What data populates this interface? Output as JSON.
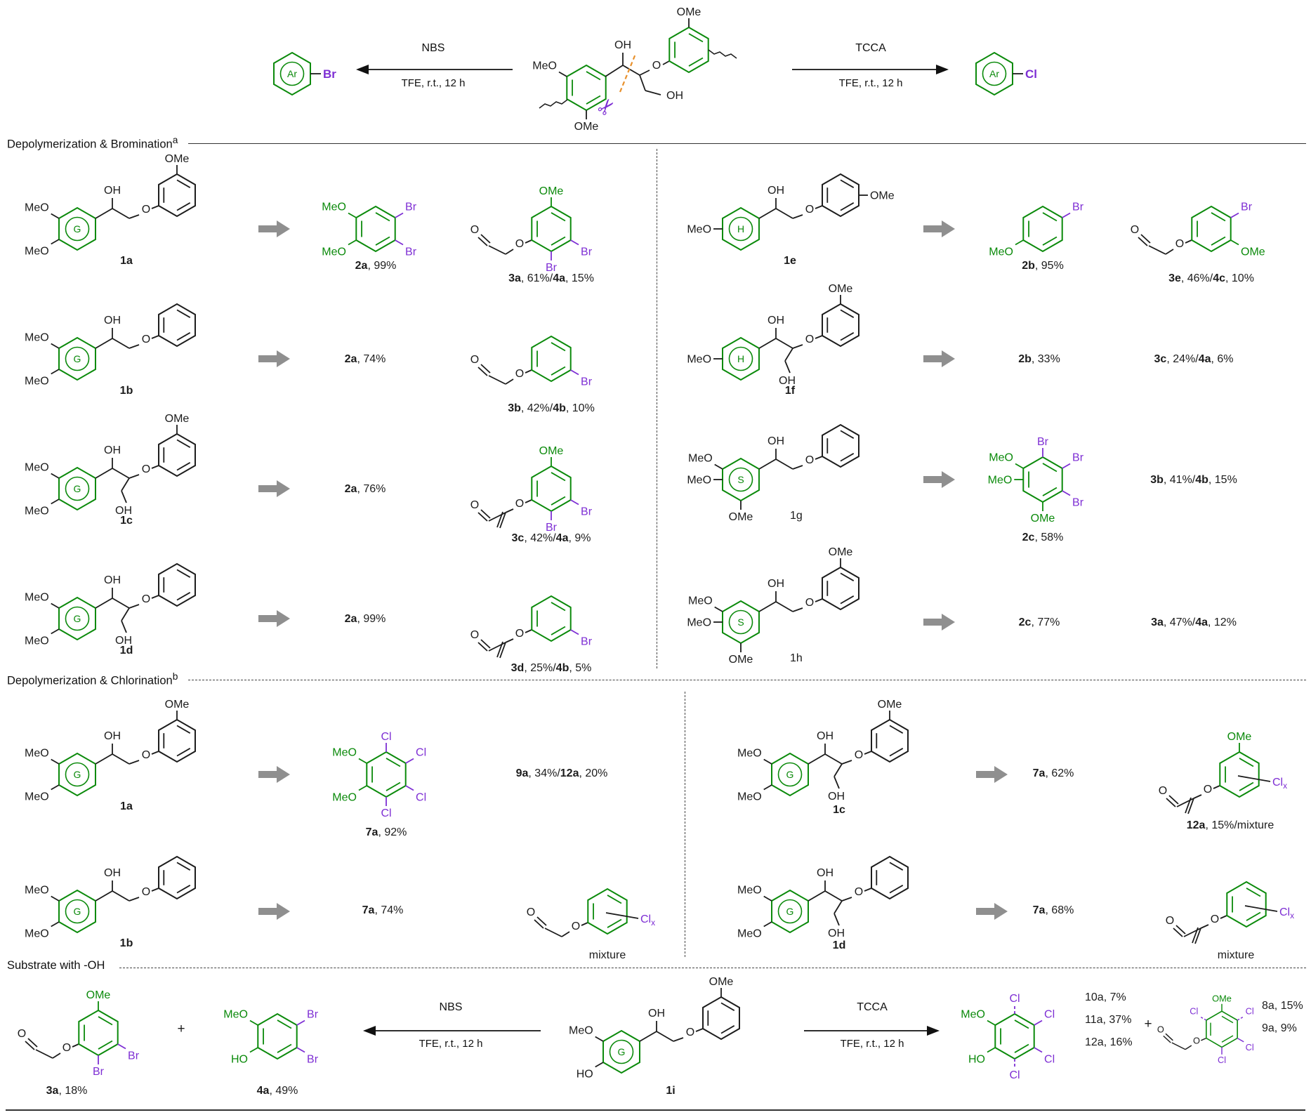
{
  "colors": {
    "green": "#0b8a0b",
    "purple": "#7e2fd4",
    "orange": "#e8912d",
    "black": "#1c1c1c",
    "gray": "#8f8f8f"
  },
  "atoms": {
    "oh": "OH",
    "o": "O"
  },
  "header": {
    "nbs": "NBS",
    "tcca": "TCCA",
    "cond": "TFE, r.t., 12 h"
  },
  "sections": {
    "s1": {
      "title": "Depolymerization & Bromination",
      "sup": "a"
    },
    "s2": {
      "title": "Depolymerization & Chlorination",
      "sup": "b"
    },
    "s3": {
      "title": "Substrate with -OH"
    }
  },
  "misc": {
    "plus": "+",
    "mixture": "mixture"
  },
  "labels": {
    "sub1a": [
      [
        "1a",
        1
      ]
    ],
    "sub1b": [
      [
        "1b",
        1
      ]
    ],
    "sub1c": [
      [
        "1c",
        1
      ]
    ],
    "sub1d": [
      [
        "1d",
        1
      ]
    ],
    "sub1e": [
      [
        "1e",
        1
      ]
    ],
    "sub1f": [
      [
        "1f",
        1
      ]
    ],
    "sub1g": [
      [
        "1g",
        1
      ]
    ],
    "sub1h": [
      [
        "1h",
        1
      ]
    ],
    "sub1i": [
      [
        "1i",
        1
      ]
    ],
    "y2a99": [
      [
        "2a",
        1
      ],
      [
        ", 99%",
        0
      ]
    ],
    "y2a74": [
      [
        "2a",
        1
      ],
      [
        ", 74%",
        0
      ]
    ],
    "y2a76": [
      [
        "2a",
        1
      ],
      [
        ", 76%",
        0
      ]
    ],
    "y3a61": [
      [
        "3a",
        1
      ],
      [
        ", 61%/",
        0
      ],
      [
        "4a",
        1
      ],
      [
        ", 15%",
        0
      ]
    ],
    "y3b42": [
      [
        "3b",
        1
      ],
      [
        ", 42%/",
        0
      ],
      [
        "4b",
        1
      ],
      [
        ", 10%",
        0
      ]
    ],
    "y3c42": [
      [
        "3c",
        1
      ],
      [
        ", 42%/",
        0
      ],
      [
        "4a",
        1
      ],
      [
        ", 9%",
        0
      ]
    ],
    "y3d25": [
      [
        "3d",
        1
      ],
      [
        ", 25%/",
        0
      ],
      [
        "4b",
        1
      ],
      [
        ", 5%",
        0
      ]
    ],
    "y2b95": [
      [
        "2b",
        1
      ],
      [
        ", 95%",
        0
      ]
    ],
    "y3e46": [
      [
        "3e",
        1
      ],
      [
        ", 46%/",
        0
      ],
      [
        "4c",
        1
      ],
      [
        ", 10%",
        0
      ]
    ],
    "y2b33": [
      [
        "2b",
        1
      ],
      [
        ", 33%",
        0
      ]
    ],
    "y3c24": [
      [
        "3c",
        1
      ],
      [
        ", 24%/",
        0
      ],
      [
        "4a",
        1
      ],
      [
        ", 6%",
        0
      ]
    ],
    "y2c58": [
      [
        "2c",
        1
      ],
      [
        ", 58%",
        0
      ]
    ],
    "y3b41": [
      [
        "3b",
        1
      ],
      [
        ", 41%/",
        0
      ],
      [
        "4b",
        1
      ],
      [
        ", 15%",
        0
      ]
    ],
    "y2c77": [
      [
        "2c",
        1
      ],
      [
        ", 77%",
        0
      ]
    ],
    "y3a47": [
      [
        "3a",
        1
      ],
      [
        ", 47%/",
        0
      ],
      [
        "4a",
        1
      ],
      [
        ", 12%",
        0
      ]
    ],
    "y7a92": [
      [
        "7a",
        1
      ],
      [
        ", 92%",
        0
      ]
    ],
    "y9a34": [
      [
        "9a",
        1
      ],
      [
        ", 34%/",
        0
      ],
      [
        "12a",
        1
      ],
      [
        ", 20%",
        0
      ]
    ],
    "y7a74": [
      [
        "7a",
        1
      ],
      [
        ", 74%",
        0
      ]
    ],
    "y7a62": [
      [
        "7a",
        1
      ],
      [
        ", 62%",
        0
      ]
    ],
    "y12a15": [
      [
        "12a",
        1
      ],
      [
        ", 15%/mixture",
        0
      ]
    ],
    "y7a68": [
      [
        "7a",
        1
      ],
      [
        ", 68%",
        0
      ]
    ],
    "y3a18": [
      [
        "3a",
        1
      ],
      [
        ", 18%",
        0
      ]
    ],
    "y4a49": [
      [
        "4a",
        1
      ],
      [
        ", 49%",
        0
      ]
    ],
    "y10a7": [
      [
        "10a",
        1
      ],
      [
        ", 7%",
        0
      ]
    ],
    "y11a37": [
      [
        "11a",
        1
      ],
      [
        ", 37%",
        0
      ]
    ],
    "y12a16": [
      [
        "12a",
        1
      ],
      [
        ", 16%",
        0
      ]
    ],
    "y8a15": [
      [
        "8a",
        1
      ],
      [
        ", 15%",
        0
      ]
    ],
    "y9a9": [
      [
        "9a",
        1
      ],
      [
        ", 9%",
        0
      ]
    ]
  },
  "mols": {
    "mhead": {
      "kind": "header",
      "meo": "MeO",
      "ome": "OMe",
      "ome2": "OMe",
      "oh": "OH",
      "scissors": "✂"
    },
    "marbr": {
      "kind": "arx",
      "letter": "Ar",
      "x": "Br"
    },
    "marcl": {
      "kind": "arx",
      "letter": "Ar",
      "x": "Cl"
    },
    "m1a": {
      "kind": "dimer",
      "letter": "G",
      "lsubs": [
        [
          "tl",
          "MeO"
        ],
        [
          "bl",
          "MeO"
        ]
      ],
      "rsubs": [
        [
          "t",
          "OMe"
        ]
      ]
    },
    "m1b": {
      "kind": "dimer",
      "letter": "G",
      "lsubs": [
        [
          "tl",
          "MeO"
        ],
        [
          "bl",
          "MeO"
        ]
      ],
      "rsubs": []
    },
    "m1c": {
      "kind": "dimer",
      "letter": "G",
      "gamma": 1,
      "lsubs": [
        [
          "tl",
          "MeO"
        ],
        [
          "bl",
          "MeO"
        ]
      ],
      "rsubs": [
        [
          "t",
          "OMe"
        ]
      ]
    },
    "m1d": {
      "kind": "dimer",
      "letter": "G",
      "gamma": 1,
      "lsubs": [
        [
          "tl",
          "MeO"
        ],
        [
          "bl",
          "MeO"
        ]
      ],
      "rsubs": []
    },
    "m1e": {
      "kind": "dimer",
      "letter": "H",
      "lsubs": [
        [
          "l",
          "MeO"
        ]
      ],
      "rsubs": [
        [
          "r",
          "OMe"
        ]
      ]
    },
    "m1f": {
      "kind": "dimer",
      "letter": "H",
      "gamma": 1,
      "lsubs": [
        [
          "l",
          "MeO"
        ]
      ],
      "rsubs": [
        [
          "t",
          "OMe"
        ]
      ]
    },
    "m1g": {
      "kind": "dimer",
      "letter": "S",
      "lsubs": [
        [
          "tl",
          "MeO"
        ],
        [
          "l",
          "MeO"
        ],
        [
          "b",
          "OMe"
        ]
      ],
      "rsubs": []
    },
    "m1h": {
      "kind": "dimer",
      "letter": "S",
      "lsubs": [
        [
          "tl",
          "MeO"
        ],
        [
          "l",
          "MeO"
        ],
        [
          "b",
          "OMe"
        ]
      ],
      "rsubs": [
        [
          "t",
          "OMe"
        ]
      ]
    },
    "m1i": {
      "kind": "dimer",
      "letter": "G",
      "lsubs": [
        [
          "tl",
          "MeO"
        ],
        [
          "bl",
          "HO"
        ]
      ],
      "rsubs": [
        [
          "t",
          "OMe"
        ]
      ]
    },
    "m2a": {
      "kind": "aryl",
      "subs": [
        [
          "tl",
          "MeO",
          "g"
        ],
        [
          "bl",
          "MeO",
          "g"
        ],
        [
          "tr",
          "Br",
          "p"
        ],
        [
          "br",
          "Br",
          "p"
        ]
      ]
    },
    "m2b": {
      "kind": "aryl",
      "subs": [
        [
          "bl",
          "MeO",
          "g"
        ],
        [
          "tr",
          "Br",
          "p"
        ]
      ]
    },
    "m2c": {
      "kind": "aryl",
      "subs": [
        [
          "tl",
          "MeO",
          "g"
        ],
        [
          "l",
          "MeO",
          "g"
        ],
        [
          "b",
          "OMe",
          "g"
        ],
        [
          "t",
          "Br",
          "p"
        ],
        [
          "tr",
          "Br",
          "p"
        ],
        [
          "br",
          "Br",
          "p"
        ]
      ]
    },
    "m7a": {
      "kind": "aryl",
      "subs": [
        [
          "tl",
          "MeO",
          "g"
        ],
        [
          "bl",
          "MeO",
          "g"
        ],
        [
          "t",
          "Cl",
          "p"
        ],
        [
          "tr",
          "Cl",
          "p"
        ],
        [
          "br",
          "Cl",
          "p"
        ],
        [
          "b",
          "Cl",
          "p"
        ]
      ]
    },
    "m4a": {
      "kind": "aryl",
      "subs": [
        [
          "tl",
          "MeO",
          "g"
        ],
        [
          "bl",
          "HO",
          "g"
        ],
        [
          "tr",
          "Br",
          "p"
        ],
        [
          "br",
          "Br",
          "p"
        ]
      ]
    },
    "m10a": {
      "kind": "aryl",
      "subs": [
        [
          "tl",
          "MeO",
          "g"
        ],
        [
          "bl",
          "HO",
          "g"
        ],
        [
          "t",
          "Cl",
          "p",
          1
        ],
        [
          "tr",
          "Cl",
          "p"
        ],
        [
          "br",
          "Cl",
          "p"
        ],
        [
          "b",
          "Cl",
          "p",
          1
        ]
      ]
    },
    "m3a": {
      "kind": "typeA",
      "subs": [
        [
          "t",
          "OMe",
          "g"
        ],
        [
          "br",
          "Br",
          "p"
        ],
        [
          "b",
          "Br",
          "p"
        ]
      ]
    },
    "m3b": {
      "kind": "typeA",
      "subs": [
        [
          "br",
          "Br",
          "p"
        ]
      ]
    },
    "m3e": {
      "kind": "typeA",
      "subs": [
        [
          "tr",
          "Br",
          "p"
        ],
        [
          "br",
          "OMe",
          "g"
        ]
      ]
    },
    "m8a9a": {
      "kind": "typeA",
      "subs": [
        [
          "t",
          "OMe",
          "g"
        ],
        [
          "tl",
          "Cl",
          "p",
          1
        ],
        [
          "tr",
          "Cl",
          "p",
          1
        ],
        [
          "br",
          "Cl",
          "p"
        ],
        [
          "b",
          "Cl",
          "p"
        ]
      ]
    },
    "mmixA": {
      "kind": "typeA",
      "subs": [],
      "clx": "Cl_x"
    },
    "m3c": {
      "kind": "typeB",
      "subs": [
        [
          "t",
          "OMe",
          "g"
        ],
        [
          "br",
          "Br",
          "p"
        ],
        [
          "b",
          "Br",
          "p"
        ]
      ]
    },
    "m3d": {
      "kind": "typeB",
      "subs": [
        [
          "br",
          "Br",
          "p"
        ]
      ]
    },
    "m12a": {
      "kind": "typeB",
      "subs": [
        [
          "t",
          "OMe",
          "g"
        ]
      ],
      "clx": "Cl_x"
    },
    "mmixB": {
      "kind": "typeB",
      "subs": [],
      "clx": "Cl_x"
    }
  }
}
